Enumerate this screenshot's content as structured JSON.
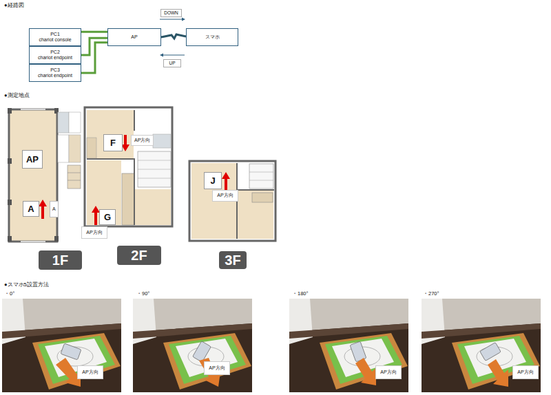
{
  "diagram": {
    "nodes": [
      {
        "text": [
          "PC1",
          "chariot console"
        ]
      },
      {
        "text": [
          "PC2",
          "chariot endpoint"
        ]
      },
      {
        "text": [
          "PC3",
          "chariot endpoint"
        ]
      },
      {
        "text": [
          "AP"
        ]
      },
      {
        "text": [
          "スマホ"
        ]
      },
      {
        "text": [
          "DOWN"
        ]
      },
      {
        "text": [
          "UP"
        ]
      },
      {
        "text": [
          "AP"
        ]
      },
      {
        "text": [
          "A"
        ]
      },
      {
        "text": [
          "A"
        ]
      },
      {
        "text": [
          "F"
        ]
      },
      {
        "text": [
          "AP方向"
        ]
      },
      {
        "text": [
          "G"
        ]
      },
      {
        "text": [
          "AP方向"
        ]
      },
      {
        "text": [
          "J"
        ]
      },
      {
        "text": [
          "AP方向"
        ]
      },
      {
        "text": [
          "1F"
        ]
      },
      {
        "text": [
          "2F"
        ]
      },
      {
        "text": [
          "3F"
        ]
      },
      {
        "text": [
          "AP方向"
        ]
      },
      {
        "text": [
          "AP方向"
        ]
      },
      {
        "text": [
          "AP方向"
        ]
      },
      {
        "text": [
          "AP方向"
        ]
      }
    ],
    "edges": [
      {
        "from": 0,
        "to": 3,
        "arrow": "none"
      },
      {
        "from": 1,
        "to": 3,
        "arrow": "none"
      },
      {
        "from": 2,
        "to": 3,
        "arrow": "none"
      },
      {
        "from": 3,
        "to": 4,
        "arrow": "none"
      }
    ],
    "labels": [
      "●経路図",
      "●測定地点",
      "●スマホ5設置方法",
      "・0°",
      "・90°",
      "・180°",
      "・270°"
    ]
  }
}
